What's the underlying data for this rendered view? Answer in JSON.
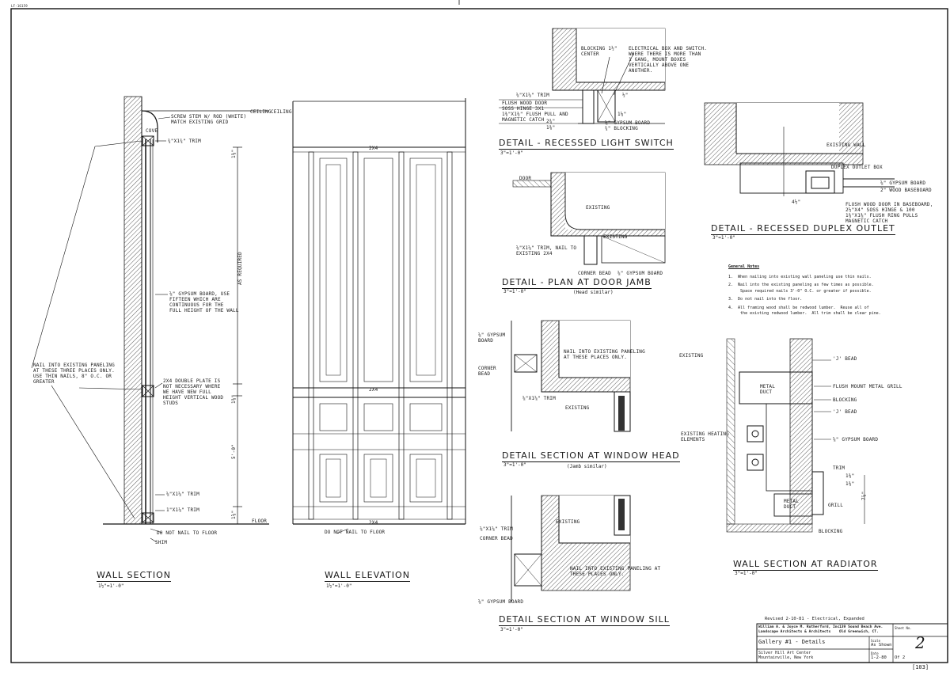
{
  "sheet_code": "LF-16159",
  "wall_section": {
    "title": "Wall Section",
    "scale": "1½\"=1'-0\"",
    "labels": {
      "ceiling": "Ceiling",
      "screw_stem": "Screw stem w/ rod (white)\nmatch existing grid",
      "cove": "Cove",
      "trim_top": "¾\"x1¾\" Trim",
      "gypsum": "⅝\" gypsum board, use\nfifteen which are\ncontinuous for the\nfull height of the wall",
      "nail_note": "Nail into existing paneling\nat these three places only.\nUse thin nails, 8\" o.c. or\ngreater",
      "double_plate": "2x4 double plate is\nnot necessary where\nwe have new full\nheight vertical wood\nstuds",
      "trim_low1": "⅝\"x1⅝\" Trim",
      "trim_low2": "1\"x1⅞\" Trim",
      "floor_note": "Do not nail to floor",
      "shim": "Shim",
      "as_required": "As Required",
      "dim_mid": "5'-0\"",
      "dim_a": "1⅜\"",
      "dim_b": "1⅜\"",
      "dim_c": "1⅝\""
    }
  },
  "wall_elevation": {
    "title": "Wall Elevation",
    "scale": "1½\"=1'-0\"",
    "floor": "Floor",
    "ceiling": "Ceiling",
    "floor_note": "Do not nail to floor",
    "stud_label": "2x4",
    "plate_label": "2x4"
  },
  "detail_switch": {
    "title": "Detail - Recessed Light Switch",
    "scale": "3\"=1'-0\"",
    "labels": {
      "blocking": "Blocking 1½\"\ncenter",
      "elec_box": "Electrical box and switch.\nWhere there is more than\n1 gang, mount boxes\nvertically above one\nanother.",
      "trim": "⅝\"x1⅝\" trim",
      "flush_door": "Flush wood door\nSoss hinge 3x1\n1⅜\"x1⅜\" flush pull and\nmagnetic catch",
      "gyp": "⅝\" gypsum board",
      "back": "¾\" blocking",
      "d1": "2¾\"",
      "d2": "1⅜\"",
      "d3": "1⅛\"",
      "d4": "½\""
    }
  },
  "detail_door_jamb": {
    "title": "Detail - Plan at Door Jamb",
    "scale": "3\"=1'-0\"",
    "subnote": "(Head similar)",
    "labels": {
      "door": "Door",
      "existing": "Existing",
      "existing2": "Existing",
      "trim": "⅝\"x1⅝\" trim, nail to\nexisting 2x4",
      "corner_bead": "Corner bead",
      "gyp": "⅝\" gypsum board"
    }
  },
  "detail_outlet": {
    "title": "Detail - Recessed Duplex Outlet",
    "scale": "3\"=1'-0\"",
    "labels": {
      "existing_wall": "Existing wall",
      "duplex": "Duplex outlet box",
      "gyp": "⅝\" gypsum board",
      "base": "2\" wood baseboard",
      "flush": "Flush wood door in baseboard,\n2½\"x4\" Soss hinge & 100\n1⅜\"x1⅜\" flush ring pulls\nmagnetic catch",
      "dim": "4½\""
    }
  },
  "general_notes": {
    "heading": "General Notes",
    "items": [
      "1.  When nailing into existing wall paneling use thin nails.",
      "2.  Nail into the existing paneling as few times as possible.\n     Space required nails 3'-0\" O.C. or greater if possible.",
      "3.  Do not nail into the floor.",
      "4.  All framing wood shall be redwood lumber.  Reuse all of\n     the existing redwood lumber.  All trim shall be clear pine."
    ]
  },
  "detail_window_head": {
    "title": "Detail Section at Window Head",
    "scale": "3\"=1'-0\"",
    "subnote": "(Jamb similar)",
    "labels": {
      "gyp": "⅝\" gypsum\nboard",
      "corner_bead": "Corner\nbead",
      "nail": "Nail into existing paneling\nat these places only.",
      "trim": "⅝\"x1⅝\" trim",
      "existing": "Existing"
    }
  },
  "detail_window_sill": {
    "title": "Detail Section at Window Sill",
    "scale": "3\"=1'-0\"",
    "labels": {
      "trim": "⅝\"x1⅝\" trim",
      "corner_bead": "Corner bead",
      "existing": "Existing",
      "nail": "Nail into existing paneling at\nthese places only.",
      "gyp": "⅝\" gypsum board"
    }
  },
  "wall_section_radiator": {
    "title": "Wall Section at Radiator",
    "scale": "3\"=1'-0\"",
    "labels": {
      "existing": "Existing",
      "j_bead_top": "'J' bead",
      "metal_duct": "Metal\nduct",
      "grill": "Flush mount metal grill",
      "blocking": "Blocking",
      "j_bead": "'J' bead",
      "heating": "Existing heating\nelements",
      "gyp": "⅝\" gypsum board",
      "trim": "Trim",
      "metal_duct2": "Metal\nduct",
      "grill2": "Grill",
      "blocking2": "Blocking",
      "d1": "1⅜\"",
      "d2": "1⅜\"",
      "d3": "7⅞\""
    }
  },
  "title_block": {
    "revised": "Revised  2-10-81 - Electrical, Expanded",
    "firm": "William A. & Joyce M. Rutherford, Inc.\nLandscape Architects & Architects",
    "address": "139 Sound Beach Ave.\nOld Greenwich, CT.",
    "project_title": "Gallery #1 - Details",
    "client": "Silver Hill Art Center\nMountainville, New York",
    "scale_label": "Scale",
    "scale_value": "As Shown",
    "date_label": "Date",
    "date_value": "1-2-80",
    "sheet_label": "Sheet No.",
    "sheet_number": "2",
    "of_label": "Of 2",
    "ref": "[103]"
  }
}
